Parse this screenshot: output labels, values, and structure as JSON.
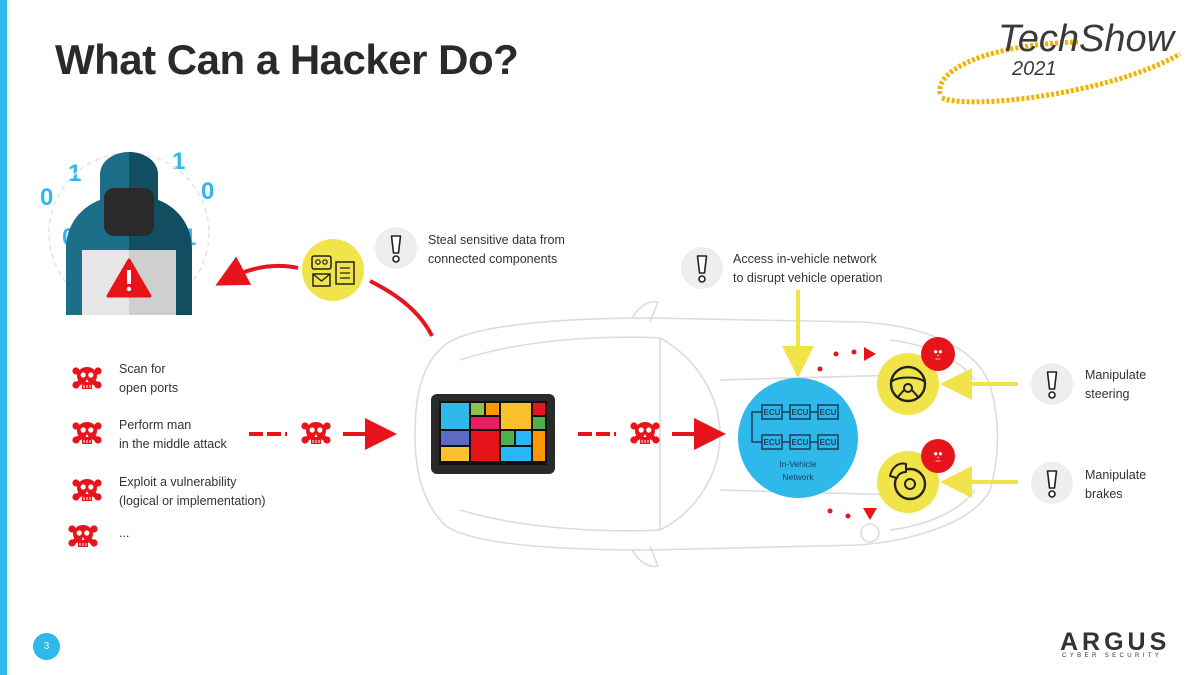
{
  "title": "What Can a Hacker Do?",
  "logo": {
    "name": "TechShow",
    "year": "2021"
  },
  "hacker": {
    "binary_digits": [
      "0",
      "1",
      "1",
      "0",
      "0",
      "1"
    ]
  },
  "threats": [
    {
      "id": "steal",
      "text": [
        "Steal sensitive data from",
        "connected components"
      ]
    },
    {
      "id": "access",
      "text": [
        "Access in-vehicle network",
        "to disrupt vehicle operation"
      ]
    },
    {
      "id": "steering",
      "text": [
        "Manipulate",
        "steering"
      ]
    },
    {
      "id": "brakes",
      "text": [
        "Manipulate",
        "brakes"
      ]
    }
  ],
  "attacks": [
    {
      "text": [
        "Scan for",
        "open ports"
      ]
    },
    {
      "text": [
        "Perform man",
        "in the middle attack"
      ]
    },
    {
      "text": [
        "Exploit a vulnerability",
        "(logical or implementation)"
      ]
    },
    {
      "text": [
        "..."
      ]
    }
  ],
  "network": {
    "ecu_label": "ECU",
    "label": [
      "In-Vehicle",
      "Network"
    ]
  },
  "footer": {
    "page_number": "3",
    "brand": "ARGUS",
    "brand_sub": "CYBER SECURITY"
  },
  "colors": {
    "accent_blue": "#2fb8ea",
    "danger_red": "#e8141c",
    "warning_yellow": "#f0e44a",
    "dark_text": "#2a2a2a"
  }
}
